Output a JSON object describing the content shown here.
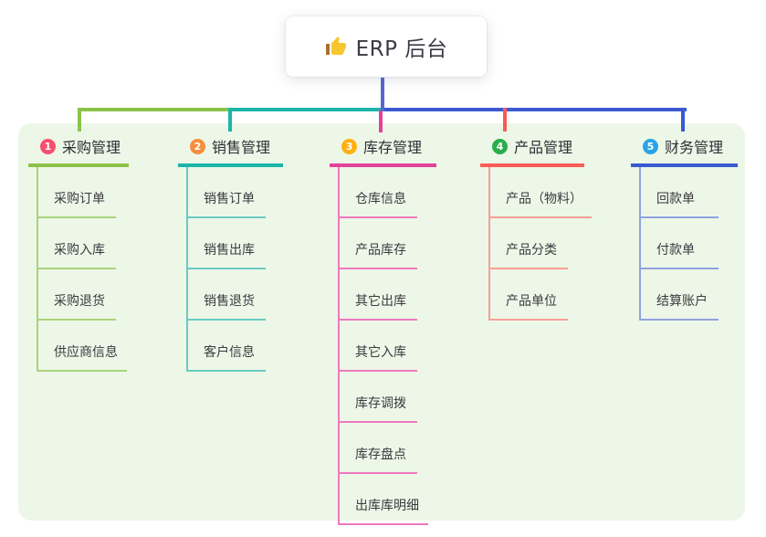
{
  "root": {
    "label": "ERP 后台",
    "icon": "thumbs-up-icon"
  },
  "colors": {
    "panel_bg": "#edf7e7",
    "root_connector": "#5767cf",
    "card_bg": "#ffffff",
    "text": "#3a3a42"
  },
  "branches": [
    {
      "number": "1",
      "label": "采购管理",
      "badge_color": "#f5506e",
      "line_color": "#8bc34a",
      "child_line_color": "#a9d37b",
      "children": [
        "采购订单",
        "采购入库",
        "采购退货",
        "供应商信息"
      ]
    },
    {
      "number": "2",
      "label": "销售管理",
      "badge_color": "#f78e3d",
      "line_color": "#1cb5a9",
      "child_line_color": "#69cbc1",
      "children": [
        "销售订单",
        "销售出库",
        "销售退货",
        "客户信息"
      ]
    },
    {
      "number": "3",
      "label": "库存管理",
      "badge_color": "#ffb011",
      "line_color": "#e2429b",
      "child_line_color": "#ef79bf",
      "children": [
        "仓库信息",
        "产品库存",
        "其它出库",
        "其它入库",
        "库存调拨",
        "库存盘点",
        "出库库明细"
      ]
    },
    {
      "number": "4",
      "label": "产品管理",
      "badge_color": "#2bad4d",
      "line_color": "#f95b57",
      "child_line_color": "#f99e97",
      "children": [
        "产品（物料）",
        "产品分类",
        "产品单位"
      ]
    },
    {
      "number": "5",
      "label": "财务管理",
      "badge_color": "#2aa4e9",
      "line_color": "#3a5ad2",
      "child_line_color": "#8fa2e0",
      "children": [
        "回款单",
        "付款单",
        "结算账户"
      ]
    }
  ]
}
